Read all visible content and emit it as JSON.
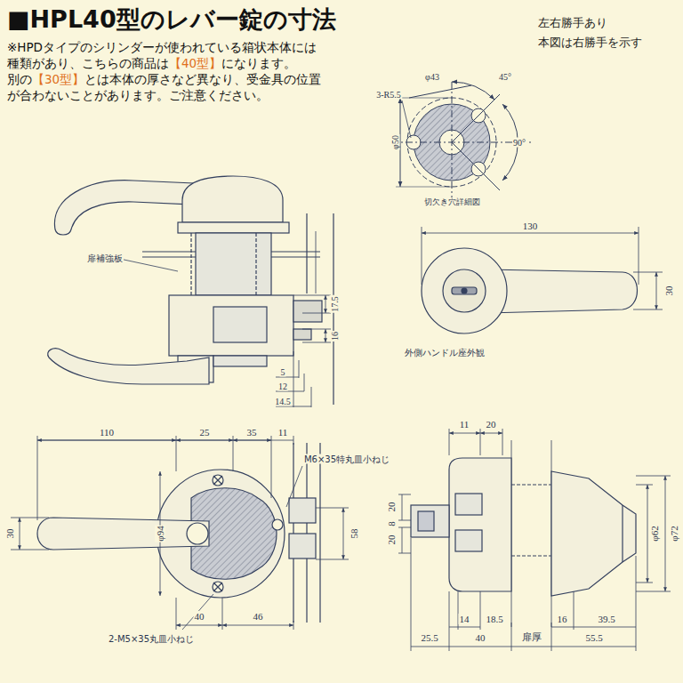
{
  "diagram": {
    "title": "■HPL40型のレバー錠の寸法",
    "labels": [
      "※HPDタイプのシリンダーが使われている箱状本体には",
      "種類があり、こちらの商品は",
      "【40型】",
      "になります。",
      "別の",
      "【30型】",
      "とは本体の厚さなど異なり、受金具の位置",
      "が合わないことがあります。ご注意ください。",
      "左右勝手あり",
      "本図は右勝手を示す",
      "φ43",
      "45°",
      "3-R5.5",
      "φ50",
      "90°",
      "切欠き穴詳細図",
      "扉補強板",
      "17.5",
      "16",
      "5",
      "12",
      "14.5",
      "130",
      "30",
      "外側ハンドル座外観",
      "110",
      "25",
      "35",
      "11",
      "M6×35特丸皿小ねじ",
      "30",
      "φ94",
      "58",
      "40",
      "46",
      "2-M5×35丸皿小ねじ",
      "11",
      "20",
      "20",
      "8",
      "20",
      "φ62",
      "φ72",
      "14",
      "18.5",
      "16",
      "39.5",
      "25.5",
      "40",
      "扉厚",
      "55.5"
    ]
  }
}
